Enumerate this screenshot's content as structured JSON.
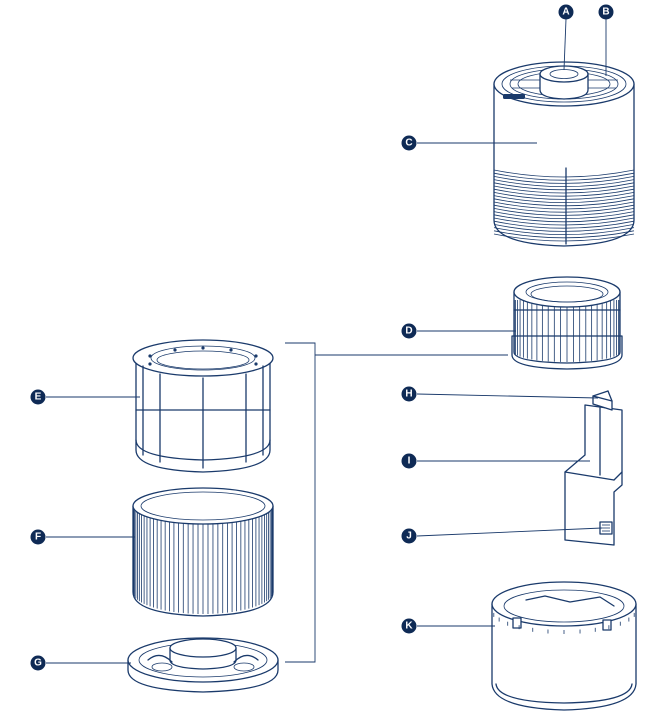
{
  "colors": {
    "line": "#1a3a6b",
    "badge": "#0e2a55",
    "background": "#ffffff"
  },
  "callouts": {
    "a": "A",
    "b": "B",
    "c": "C",
    "d": "D",
    "e": "E",
    "f": "F",
    "g": "G",
    "h": "H",
    "i": "I",
    "j": "J",
    "k": "K"
  }
}
